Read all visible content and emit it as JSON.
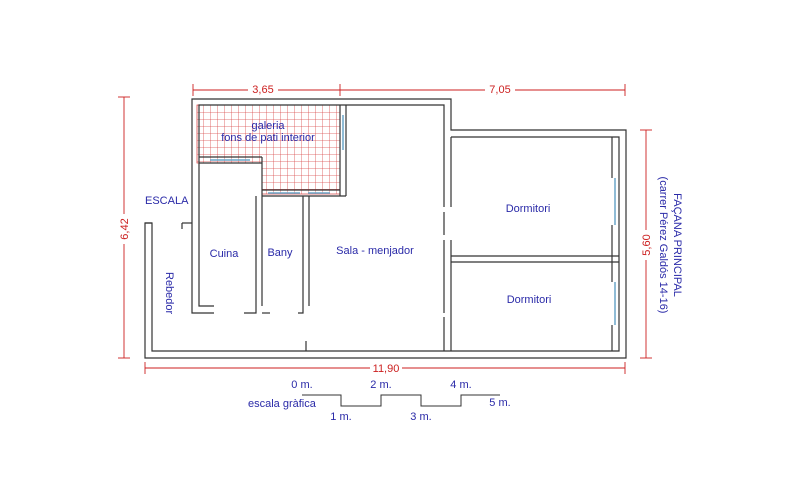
{
  "dimensions": {
    "top_left": "3,65",
    "top_right": "7,05",
    "left": "6,42",
    "right": "5,60",
    "bottom": "11,90"
  },
  "rooms": {
    "galeria_line1": "galeria",
    "galeria_line2": "fons de pati interior",
    "escala": "ESCALA",
    "rebedor": "Rebedor",
    "cuina": "Cuina",
    "bany": "Bany",
    "sala": "Sala - menjador",
    "dormitori_1": "Dormitori",
    "dormitori_2": "Dormitori"
  },
  "facade": {
    "line1": "FAÇANA PRINCIPAL",
    "line2": "(carrer Pérez Galdós 14-16)"
  },
  "scale": {
    "title": "escala gràfica",
    "ticks": [
      "0 m.",
      "1 m.",
      "2 m.",
      "3 m.",
      "4 m.",
      "5 m."
    ]
  },
  "colors": {
    "dimension": "#cc1f1f",
    "label": "#2a2aa8",
    "wall": "#333333",
    "grid": "#d94b4b",
    "window": "#6aa6c8"
  }
}
